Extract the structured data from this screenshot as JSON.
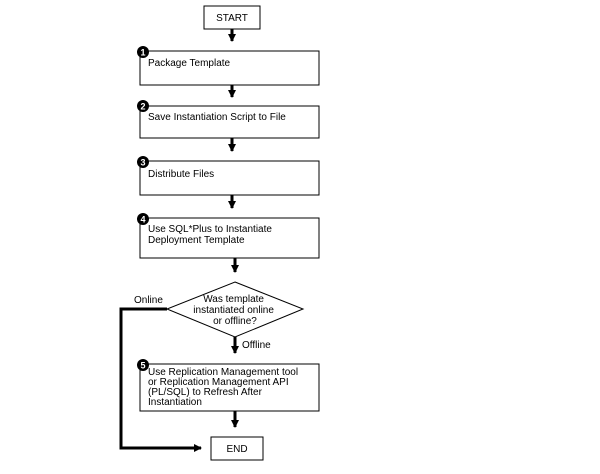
{
  "diagram": {
    "start": "START",
    "end": "END",
    "steps": [
      {
        "number": "1",
        "lines": [
          "Package Template"
        ]
      },
      {
        "number": "2",
        "lines": [
          "Save Instantiation Script to File"
        ]
      },
      {
        "number": "3",
        "lines": [
          "Distribute Files"
        ]
      },
      {
        "number": "4",
        "lines": [
          "Use SQL*Plus to Instantiate",
          "Deployment Template"
        ]
      },
      {
        "number": "5",
        "lines": [
          "Use Replication Management tool",
          "or Replication Management API",
          "(PL/SQL) to Refresh After",
          "Instantiation"
        ]
      }
    ],
    "decision": {
      "lines": [
        "Was template",
        "instantiated online",
        "or offline?"
      ],
      "online_label": "Online",
      "offline_label": "Offline"
    }
  }
}
